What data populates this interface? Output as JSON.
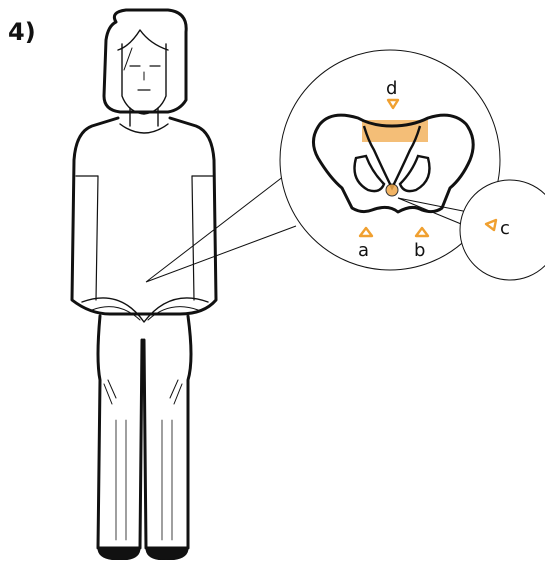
{
  "step_number": "4)",
  "labels": {
    "a": "a",
    "b": "b",
    "c": "c",
    "d": "d"
  },
  "colors": {
    "highlight": "#f0a84a",
    "marker": "#f0a030",
    "line": "#111111",
    "background": "#ffffff"
  }
}
